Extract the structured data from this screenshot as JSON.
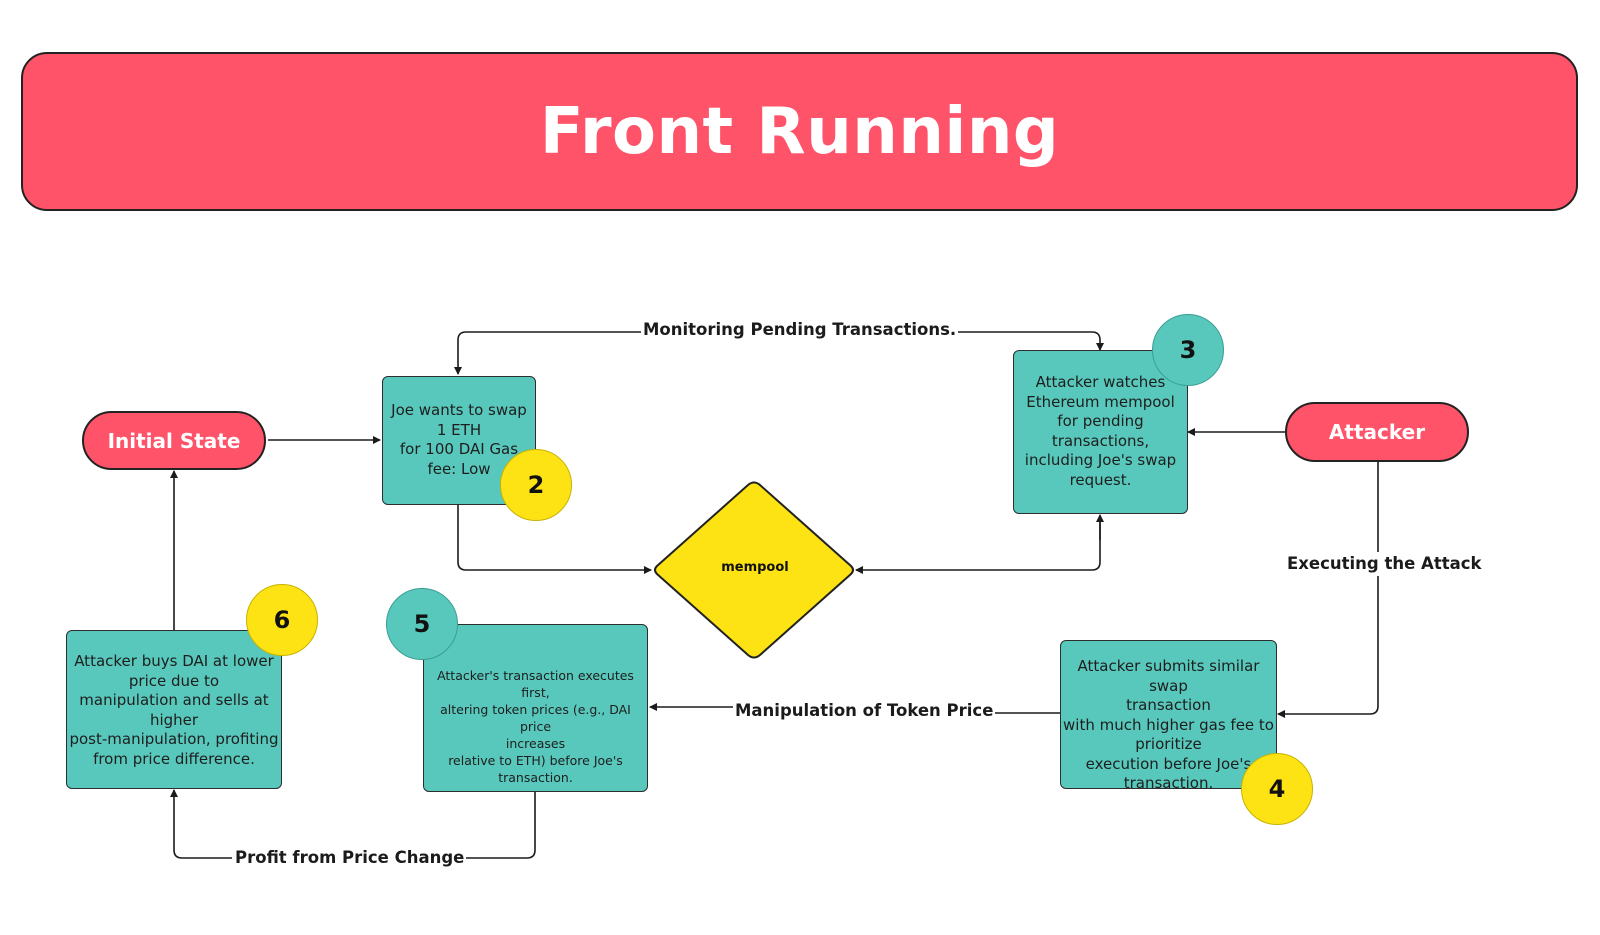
{
  "title": "Front Running",
  "nodes": {
    "initial_state": "Initial State",
    "attacker": "Attacker",
    "mempool": "mempool",
    "joe_swap": "Joe wants to swap\n1 ETH\nfor 100 DAI Gas\nfee: Low",
    "attacker_watches": "Attacker watches\nEthereum mempool\nfor pending\ntransactions,\nincluding Joe's swap\nrequest.",
    "attacker_submits": "Attacker submits similar swap\ntransaction\nwith much higher gas fee to\nprioritize\nexecution before Joe's\ntransaction.",
    "attacker_tx_executes": "Attacker's transaction executes first,\naltering token prices (e.g., DAI price\nincreases\nrelative to ETH) before Joe's\ntransaction.",
    "attacker_buys": "Attacker buys DAI at lower\nprice due to\nmanipulation and sells at\nhigher\npost-manipulation, profiting\nfrom price difference."
  },
  "badges": {
    "b2": "2",
    "b3": "3",
    "b4": "4",
    "b5": "5",
    "b6": "6"
  },
  "edges": {
    "monitoring": "Monitoring Pending Transactions.",
    "executing": "Executing the Attack",
    "manipulation": "Manipulation of Token Price",
    "profit": "Profit from Price Change"
  },
  "colors": {
    "banner": "#ff536a",
    "box": "#58c8bc",
    "badge_yellow": "#fde314",
    "diamond": "#fde314"
  }
}
